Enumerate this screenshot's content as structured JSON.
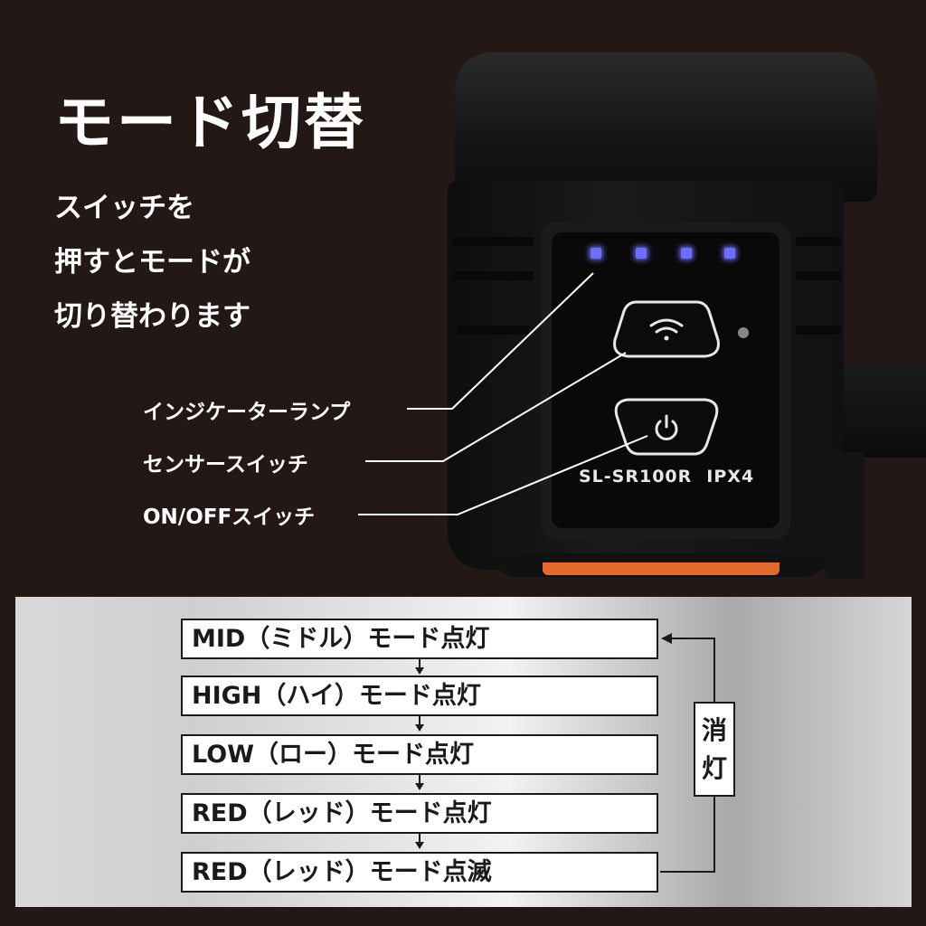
{
  "title": "モード切替",
  "subtitle": [
    "スイッチを",
    "押すとモードが",
    "切り替わります"
  ],
  "device": {
    "model": "SL-SR100R",
    "rating": "IPX4",
    "indicator_count": 4
  },
  "callouts": {
    "indicator": "インジケーターランプ",
    "sensor": "センサースイッチ",
    "power": "ON/OFFスイッチ"
  },
  "modes": [
    "MID（ミドル）モード点灯",
    "HIGH（ハイ）モード点灯",
    "LOW（ロー）モード点灯",
    "RED（レッド）モード点灯",
    "RED（レッド）モード点滅"
  ],
  "off_label": [
    "消",
    "灯"
  ],
  "colors": {
    "background": "#231816",
    "led": "#6c6cff",
    "accent_orange": "#e46a2e"
  }
}
